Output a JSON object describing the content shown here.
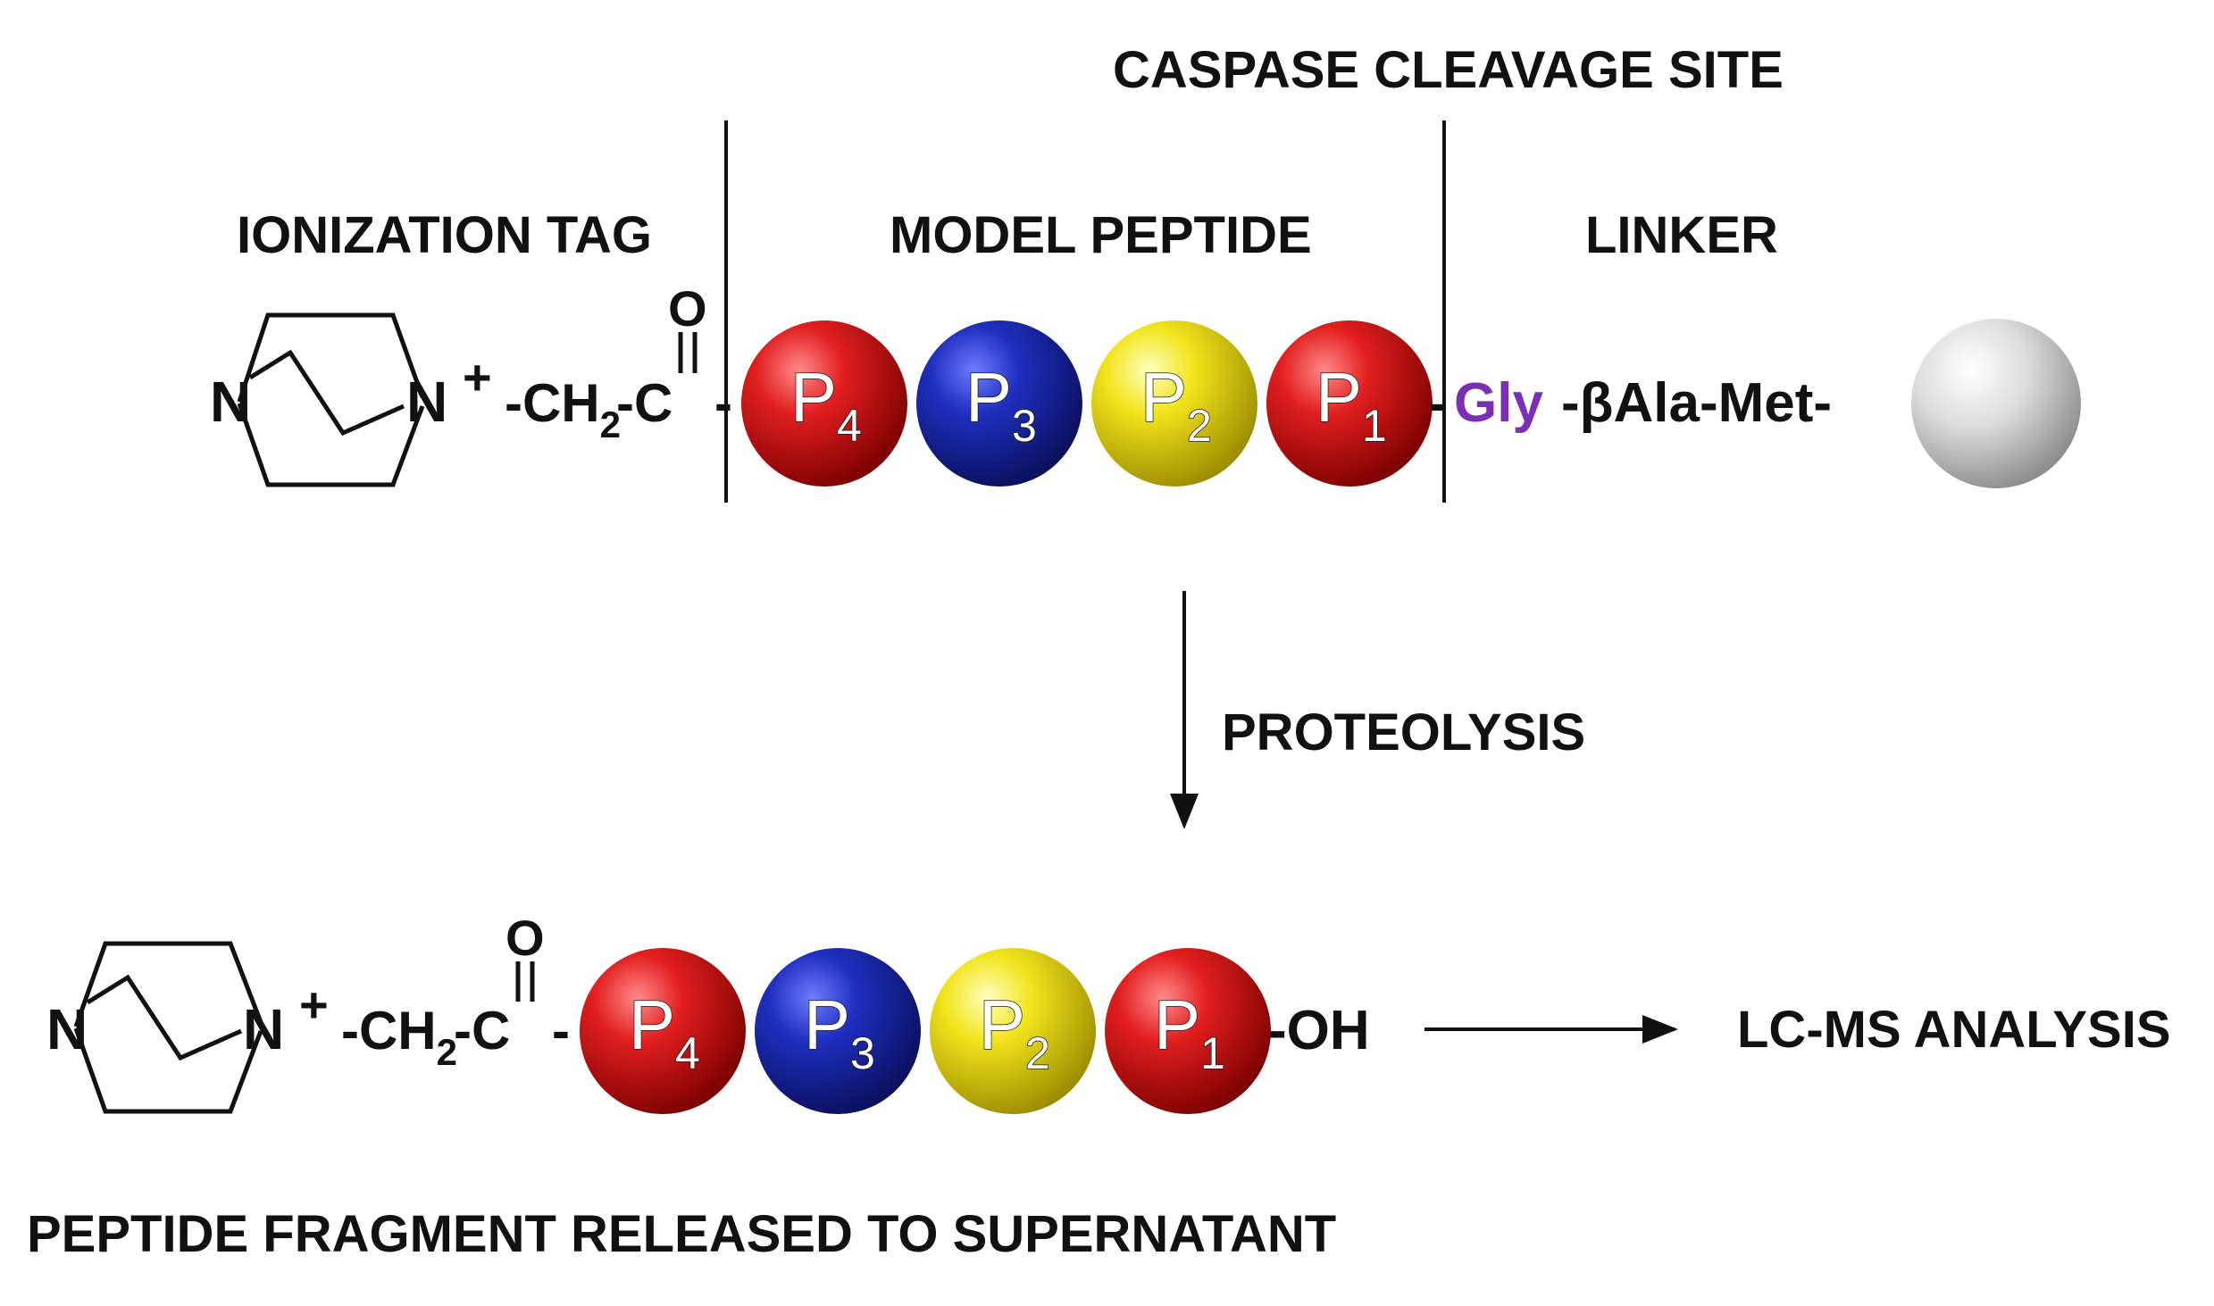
{
  "labels": {
    "caspase_site": "CASPASE CLEAVAGE SITE",
    "ionization_tag": "IONIZATION TAG",
    "model_peptide": "MODEL PEPTIDE",
    "linker": "LINKER",
    "proteolysis": "PROTEOLYSIS",
    "lcms": "LC-MS ANALYSIS",
    "released": "PEPTIDE FRAGMENT RELEASED TO SUPERNATANT"
  },
  "chem": {
    "n": "N",
    "n_plus": "N",
    "plus": "+",
    "ch2_prefix": "-CH",
    "sub_2": "2",
    "c_suffix": "-C",
    "oxygen": "O",
    "dash": "-",
    "gly": "Gly",
    "linker_rest": "-βAla-Met-",
    "oh": "-OH"
  },
  "residues": [
    {
      "letter": "P",
      "sub": "4",
      "color": "#d21414"
    },
    {
      "letter": "P",
      "sub": "3",
      "color": "#1e2fb4"
    },
    {
      "letter": "P",
      "sub": "2",
      "color": "#f0e020"
    },
    {
      "letter": "P",
      "sub": "1",
      "color": "#d21414"
    }
  ],
  "colors": {
    "gly": "#7a2fb5",
    "solid_support": "#d9d9d9"
  },
  "icons": {
    "ring": "dabco-ring-structure",
    "support": "solid-support-bead"
  }
}
